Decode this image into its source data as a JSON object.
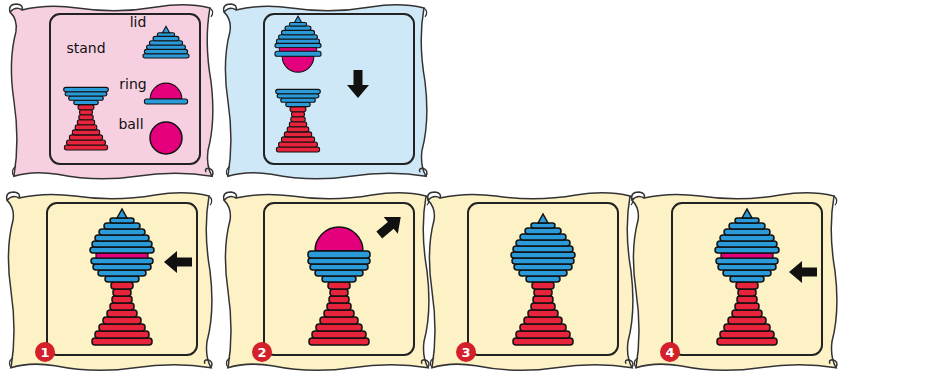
{
  "diagram": {
    "labels": [
      "lid",
      "stand",
      "ring",
      "ball",
      "1",
      "2",
      "3",
      "4"
    ]
  }
}
